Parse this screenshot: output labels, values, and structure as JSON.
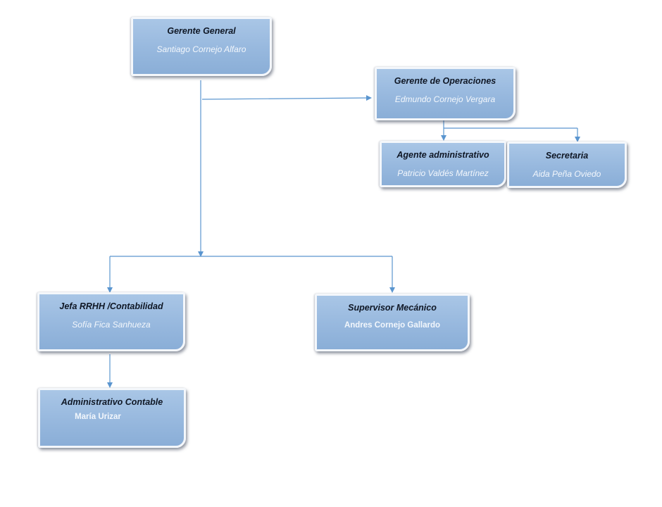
{
  "colors": {
    "node_fill": "#97b8de",
    "node_border": "#f4f7fb",
    "connector": "#5a95cf",
    "role_text": "#0f1725",
    "person_text": "#f3f7fc"
  },
  "nodes": {
    "gerente_general": {
      "role": "Gerente General",
      "person": "Santiago Cornejo Alfaro"
    },
    "gerente_operaciones": {
      "role": "Gerente de Operaciones",
      "person": "Edmundo  Cornejo Vergara"
    },
    "agente_administrativo": {
      "role": "Agente administrativo",
      "person": "Patricio Valdés  Martínez"
    },
    "secretaria": {
      "role": "Secretaria",
      "person": "Aida Peña Oviedo"
    },
    "jefa_rrhh": {
      "role": "Jefa  RRHH /Contabilidad",
      "person": "Sofía Fica Sanhueza"
    },
    "supervisor_mecanico": {
      "role": "Supervisor Mecánico",
      "person": "Andres Cornejo Gallardo"
    },
    "administrativo_contable": {
      "role": "Administrativo Contable",
      "person": "María Urizar"
    }
  }
}
